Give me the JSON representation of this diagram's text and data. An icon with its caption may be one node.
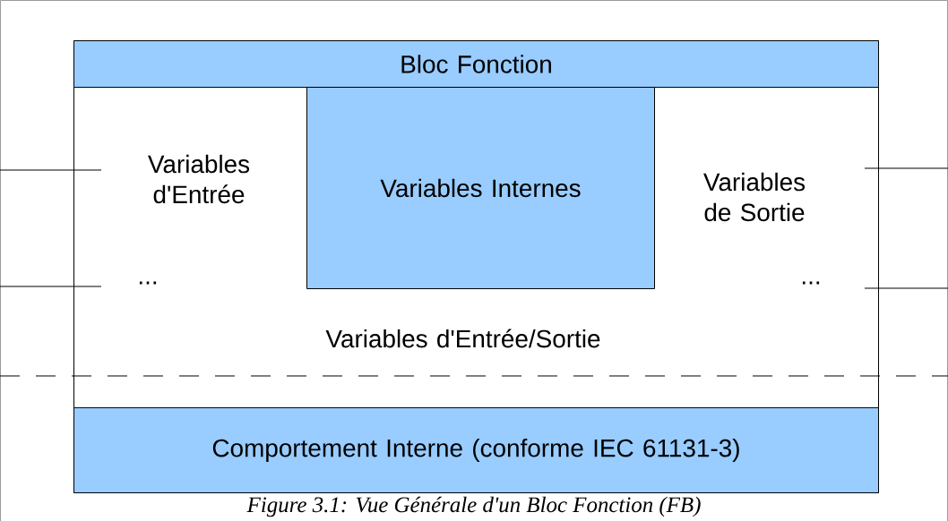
{
  "diagram": {
    "caption": "Figure 3.1: Vue Générale d'un Bloc Fonction (FB)",
    "nodes": [
      {
        "text": [
          "Variables d'Entrée",
          "...",
          "Variables de Sortie",
          "...",
          "Variables d'Entrée/Sortie"
        ]
      },
      {
        "text": [
          "Bloc Fonction"
        ],
        "in": 0
      },
      {
        "text": [
          "Variables Internes"
        ],
        "in": 0
      },
      {
        "text": [
          "Comportement Interne (conforme IEC 61131-3)"
        ],
        "in": 0
      }
    ]
  }
}
